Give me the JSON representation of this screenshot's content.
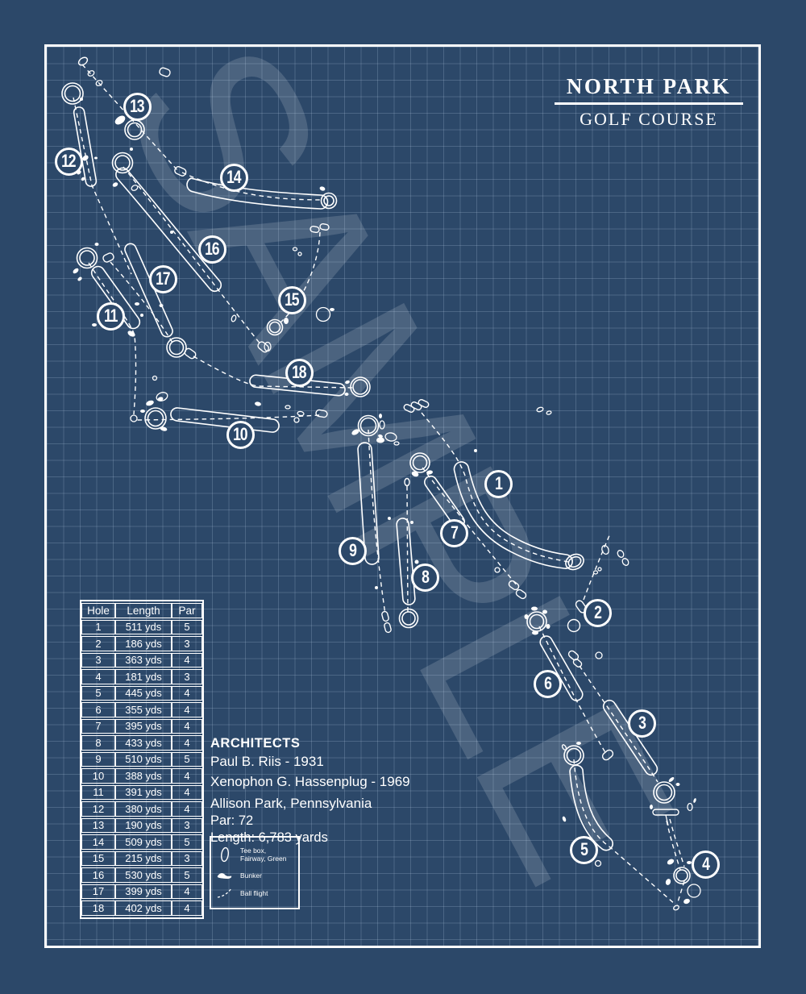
{
  "title": {
    "line1": "NORTH PARK",
    "line2": "GOLF COURSE"
  },
  "watermark": "SAMPLE",
  "colors": {
    "background": "#2c4869",
    "line": "#ffffff",
    "grid": "rgba(186,208,232,0.22)",
    "watermark": "rgba(255,255,255,0.15)"
  },
  "table": {
    "headers": [
      "Hole",
      "Length",
      "Par"
    ],
    "rows": [
      [
        "1",
        "511 yds",
        "5"
      ],
      [
        "2",
        "186 yds",
        "3"
      ],
      [
        "3",
        "363 yds",
        "4"
      ],
      [
        "4",
        "181 yds",
        "3"
      ],
      [
        "5",
        "445 yds",
        "4"
      ],
      [
        "6",
        "355 yds",
        "4"
      ],
      [
        "7",
        "395 yds",
        "4"
      ],
      [
        "8",
        "433 yds",
        "4"
      ],
      [
        "9",
        "510 yds",
        "5"
      ],
      [
        "10",
        "388 yds",
        "4"
      ],
      [
        "11",
        "391 yds",
        "4"
      ],
      [
        "12",
        "380 yds",
        "4"
      ],
      [
        "13",
        "190 yds",
        "3"
      ],
      [
        "14",
        "509 yds",
        "5"
      ],
      [
        "15",
        "215 yds",
        "3"
      ],
      [
        "16",
        "530 yds",
        "5"
      ],
      [
        "17",
        "399 yds",
        "4"
      ],
      [
        "18",
        "402 yds",
        "4"
      ]
    ]
  },
  "architects": {
    "heading": "ARCHITECTS",
    "line1": "Paul B. Riis  -  1931",
    "line2": "Xenophon G. Hassenplug  -  1969",
    "location": "Allison Park, Pennsylvania",
    "par": "Par: 72",
    "length": "Length: 6,783 yards"
  },
  "legend": {
    "tee": "Tee box, Fairway, Green",
    "bunker": "Bunker",
    "ball_flight": "Ball flight"
  },
  "holes": [
    "1",
    "2",
    "3",
    "4",
    "5",
    "6",
    "7",
    "8",
    "9",
    "10",
    "11",
    "12",
    "13",
    "14",
    "15",
    "16",
    "17",
    "18"
  ]
}
